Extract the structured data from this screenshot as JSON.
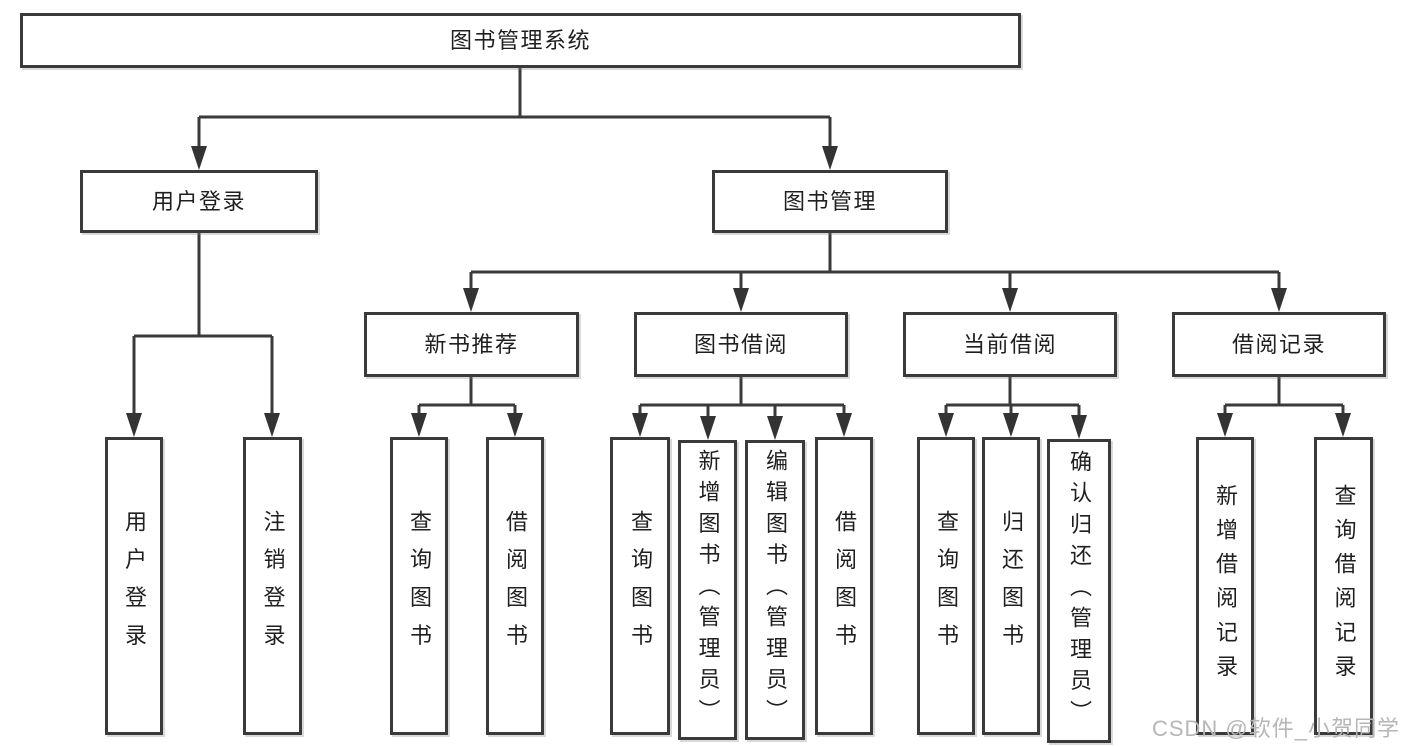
{
  "colors": {
    "background": "#ffffff",
    "line": "#3a3a3a",
    "box_border": "#3a3a3a",
    "text": "#1f1f1f",
    "watermark": "#b6b6b6"
  },
  "tree": {
    "label": "图书管理系统",
    "children": [
      {
        "label": "用户登录",
        "children": [
          {
            "label": "用户登录"
          },
          {
            "label": "注销登录"
          }
        ]
      },
      {
        "label": "图书管理",
        "children": [
          {
            "label": "新书推荐",
            "children": [
              {
                "label": "查询图书"
              },
              {
                "label": "借阅图书"
              }
            ]
          },
          {
            "label": "图书借阅",
            "children": [
              {
                "label": "查询图书"
              },
              {
                "label": "新增图书（管理员）"
              },
              {
                "label": "编辑图书（管理员）"
              },
              {
                "label": "借阅图书"
              }
            ]
          },
          {
            "label": "当前借阅",
            "children": [
              {
                "label": "查询图书"
              },
              {
                "label": "归还图书"
              },
              {
                "label": "确认归还（管理员）"
              }
            ]
          },
          {
            "label": "借阅记录",
            "children": [
              {
                "label": "新增借阅记录"
              },
              {
                "label": "查询借阅记录"
              }
            ]
          }
        ]
      }
    ]
  },
  "watermark": {
    "text": "CSDN @软件_小贺同学"
  }
}
